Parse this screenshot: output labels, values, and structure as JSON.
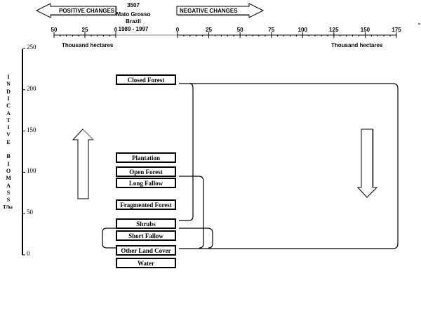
{
  "header": {
    "code": "3507",
    "region": "Mato Grosso",
    "country": "Brazil",
    "period": "1989 - 1997",
    "positive_label": "POSITIVE CHANGES",
    "negative_label": "NEGATIVE CHANGES"
  },
  "top_axis": {
    "positive_ticks": [
      "50",
      "25",
      "0"
    ],
    "negative_ticks": [
      "0",
      "25",
      "50",
      "75",
      "100",
      "125",
      "150",
      "175"
    ],
    "left_unit": "Thousand hectares",
    "right_unit": "Thousand hectares"
  },
  "y_axis": {
    "label_letters": [
      "I",
      "N",
      "D",
      "I",
      "C",
      "A",
      "T",
      "I",
      "V",
      "E",
      " ",
      "B",
      "I",
      "O",
      "M",
      "A",
      "S",
      "S"
    ],
    "unit": "T/ha",
    "ticks": [
      "250",
      "200",
      "150",
      "100",
      "50",
      "0"
    ],
    "range": [
      0,
      250
    ]
  },
  "categories": [
    {
      "name": "Closed Forest"
    },
    {
      "name": "Plantation"
    },
    {
      "name": "Open Forest"
    },
    {
      "name": "Long Fallow"
    },
    {
      "name": "Fragmented Forest"
    },
    {
      "name": "Shrubs"
    },
    {
      "name": "Short Fallow"
    },
    {
      "name": "Other Land Cover"
    },
    {
      "name": "Water"
    }
  ],
  "icons": {
    "up_arrow": "biomass-increase-arrow",
    "down_arrow": "biomass-decrease-arrow"
  },
  "chart_data": {
    "type": "diagram",
    "title": "3507 Mato Grosso Brazil 1989 - 1997",
    "xlabel": "Thousand hectares",
    "ylabel": "INDICATIVE BIOMASS T/ha",
    "x_positive_range": [
      0,
      50
    ],
    "x_negative_range": [
      0,
      175
    ],
    "y_range": [
      0,
      250
    ],
    "transitions": [
      {
        "from": "Closed Forest",
        "to": "Shrubs",
        "direction": "negative"
      },
      {
        "from": "Closed Forest",
        "to": "Other Land Cover",
        "direction": "negative"
      },
      {
        "from": "Open Forest",
        "to": "Other Land Cover",
        "direction": "negative"
      },
      {
        "from": "Shrubs",
        "to": "Other Land Cover",
        "direction": "negative"
      },
      {
        "from": "Short Fallow",
        "to": "Other Land Cover",
        "direction": "positive"
      }
    ]
  }
}
